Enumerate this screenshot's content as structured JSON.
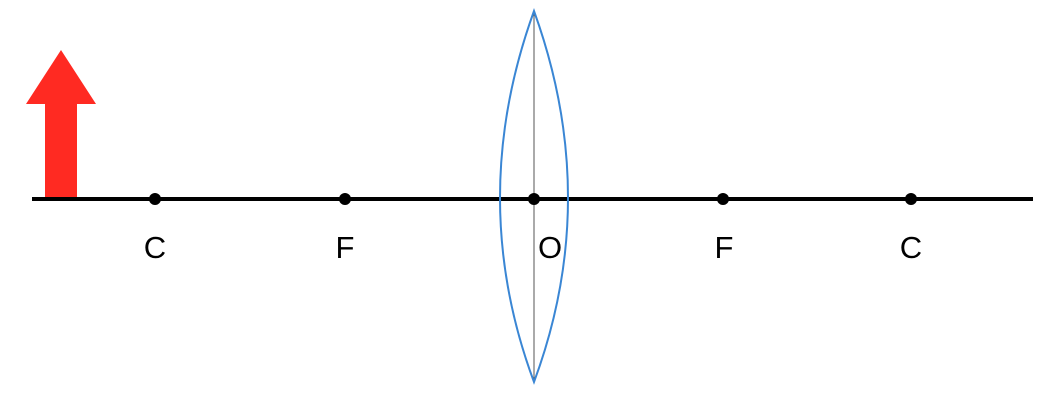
{
  "labels": {
    "c_left": "C",
    "f_left": "F",
    "o_center": "O",
    "f_right": "F",
    "c_right": "C"
  },
  "colors": {
    "axis": "#000000",
    "lens": "#3a86d4",
    "lens_axis": "#555555",
    "object_arrow": "#ff2a22",
    "points": "#000000"
  }
}
